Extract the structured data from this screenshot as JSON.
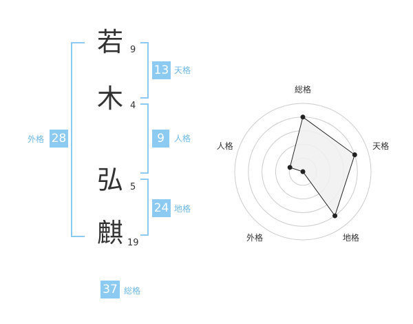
{
  "name": {
    "characters": [
      {
        "char": "若",
        "strokes": "9"
      },
      {
        "char": "木",
        "strokes": "4"
      },
      {
        "char": "弘",
        "strokes": "5"
      },
      {
        "char": "麒",
        "strokes": "19"
      }
    ]
  },
  "fortunes": {
    "tenkaku": {
      "label": "天格",
      "value": "13"
    },
    "jinkaku": {
      "label": "人格",
      "value": "9"
    },
    "chikaku": {
      "label": "地格",
      "value": "24"
    },
    "gaikaku": {
      "label": "外格",
      "value": "28"
    },
    "soukaku": {
      "label": "総格",
      "value": "37"
    }
  },
  "chart_data": {
    "type": "radar",
    "axes": [
      "総格",
      "天格",
      "地格",
      "外格",
      "人格"
    ],
    "values": [
      4,
      4,
      4,
      0,
      1
    ],
    "max": 5,
    "rings": 5,
    "colors": {
      "fill": "#f0f0f0",
      "line": "#222222",
      "grid": "#cccccc",
      "center": "#cccccc"
    }
  },
  "colors": {
    "accent": "#8ccaf1"
  }
}
